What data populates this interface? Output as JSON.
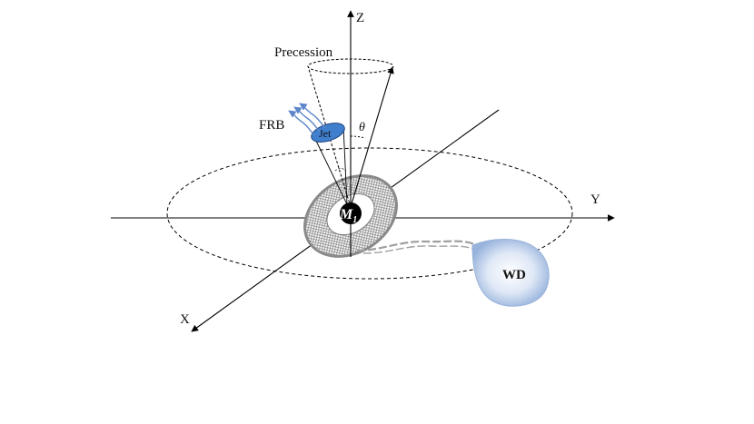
{
  "labels": {
    "z_axis": "Z",
    "y_axis": "Y",
    "x_axis": "X",
    "precession": "Precession",
    "frb": "FRB",
    "jet": "Jet",
    "theta": "θ",
    "central_object_symbol": "M",
    "central_object_subscript": "1",
    "companion": "WD"
  },
  "colors": {
    "axis": "#000000",
    "jet_fill": "#3f7fce",
    "frb_waves": "#5d86c9",
    "disk_hatch": "#9a9a9a",
    "disk_rim": "#8c8c8c",
    "wd_fill_center": "#ffffff",
    "wd_fill_edge": "#9fb8dd",
    "stream": "#9c9c9c"
  },
  "icons": {
    "axes": "arrow-icon",
    "frb": "wave-icon"
  }
}
